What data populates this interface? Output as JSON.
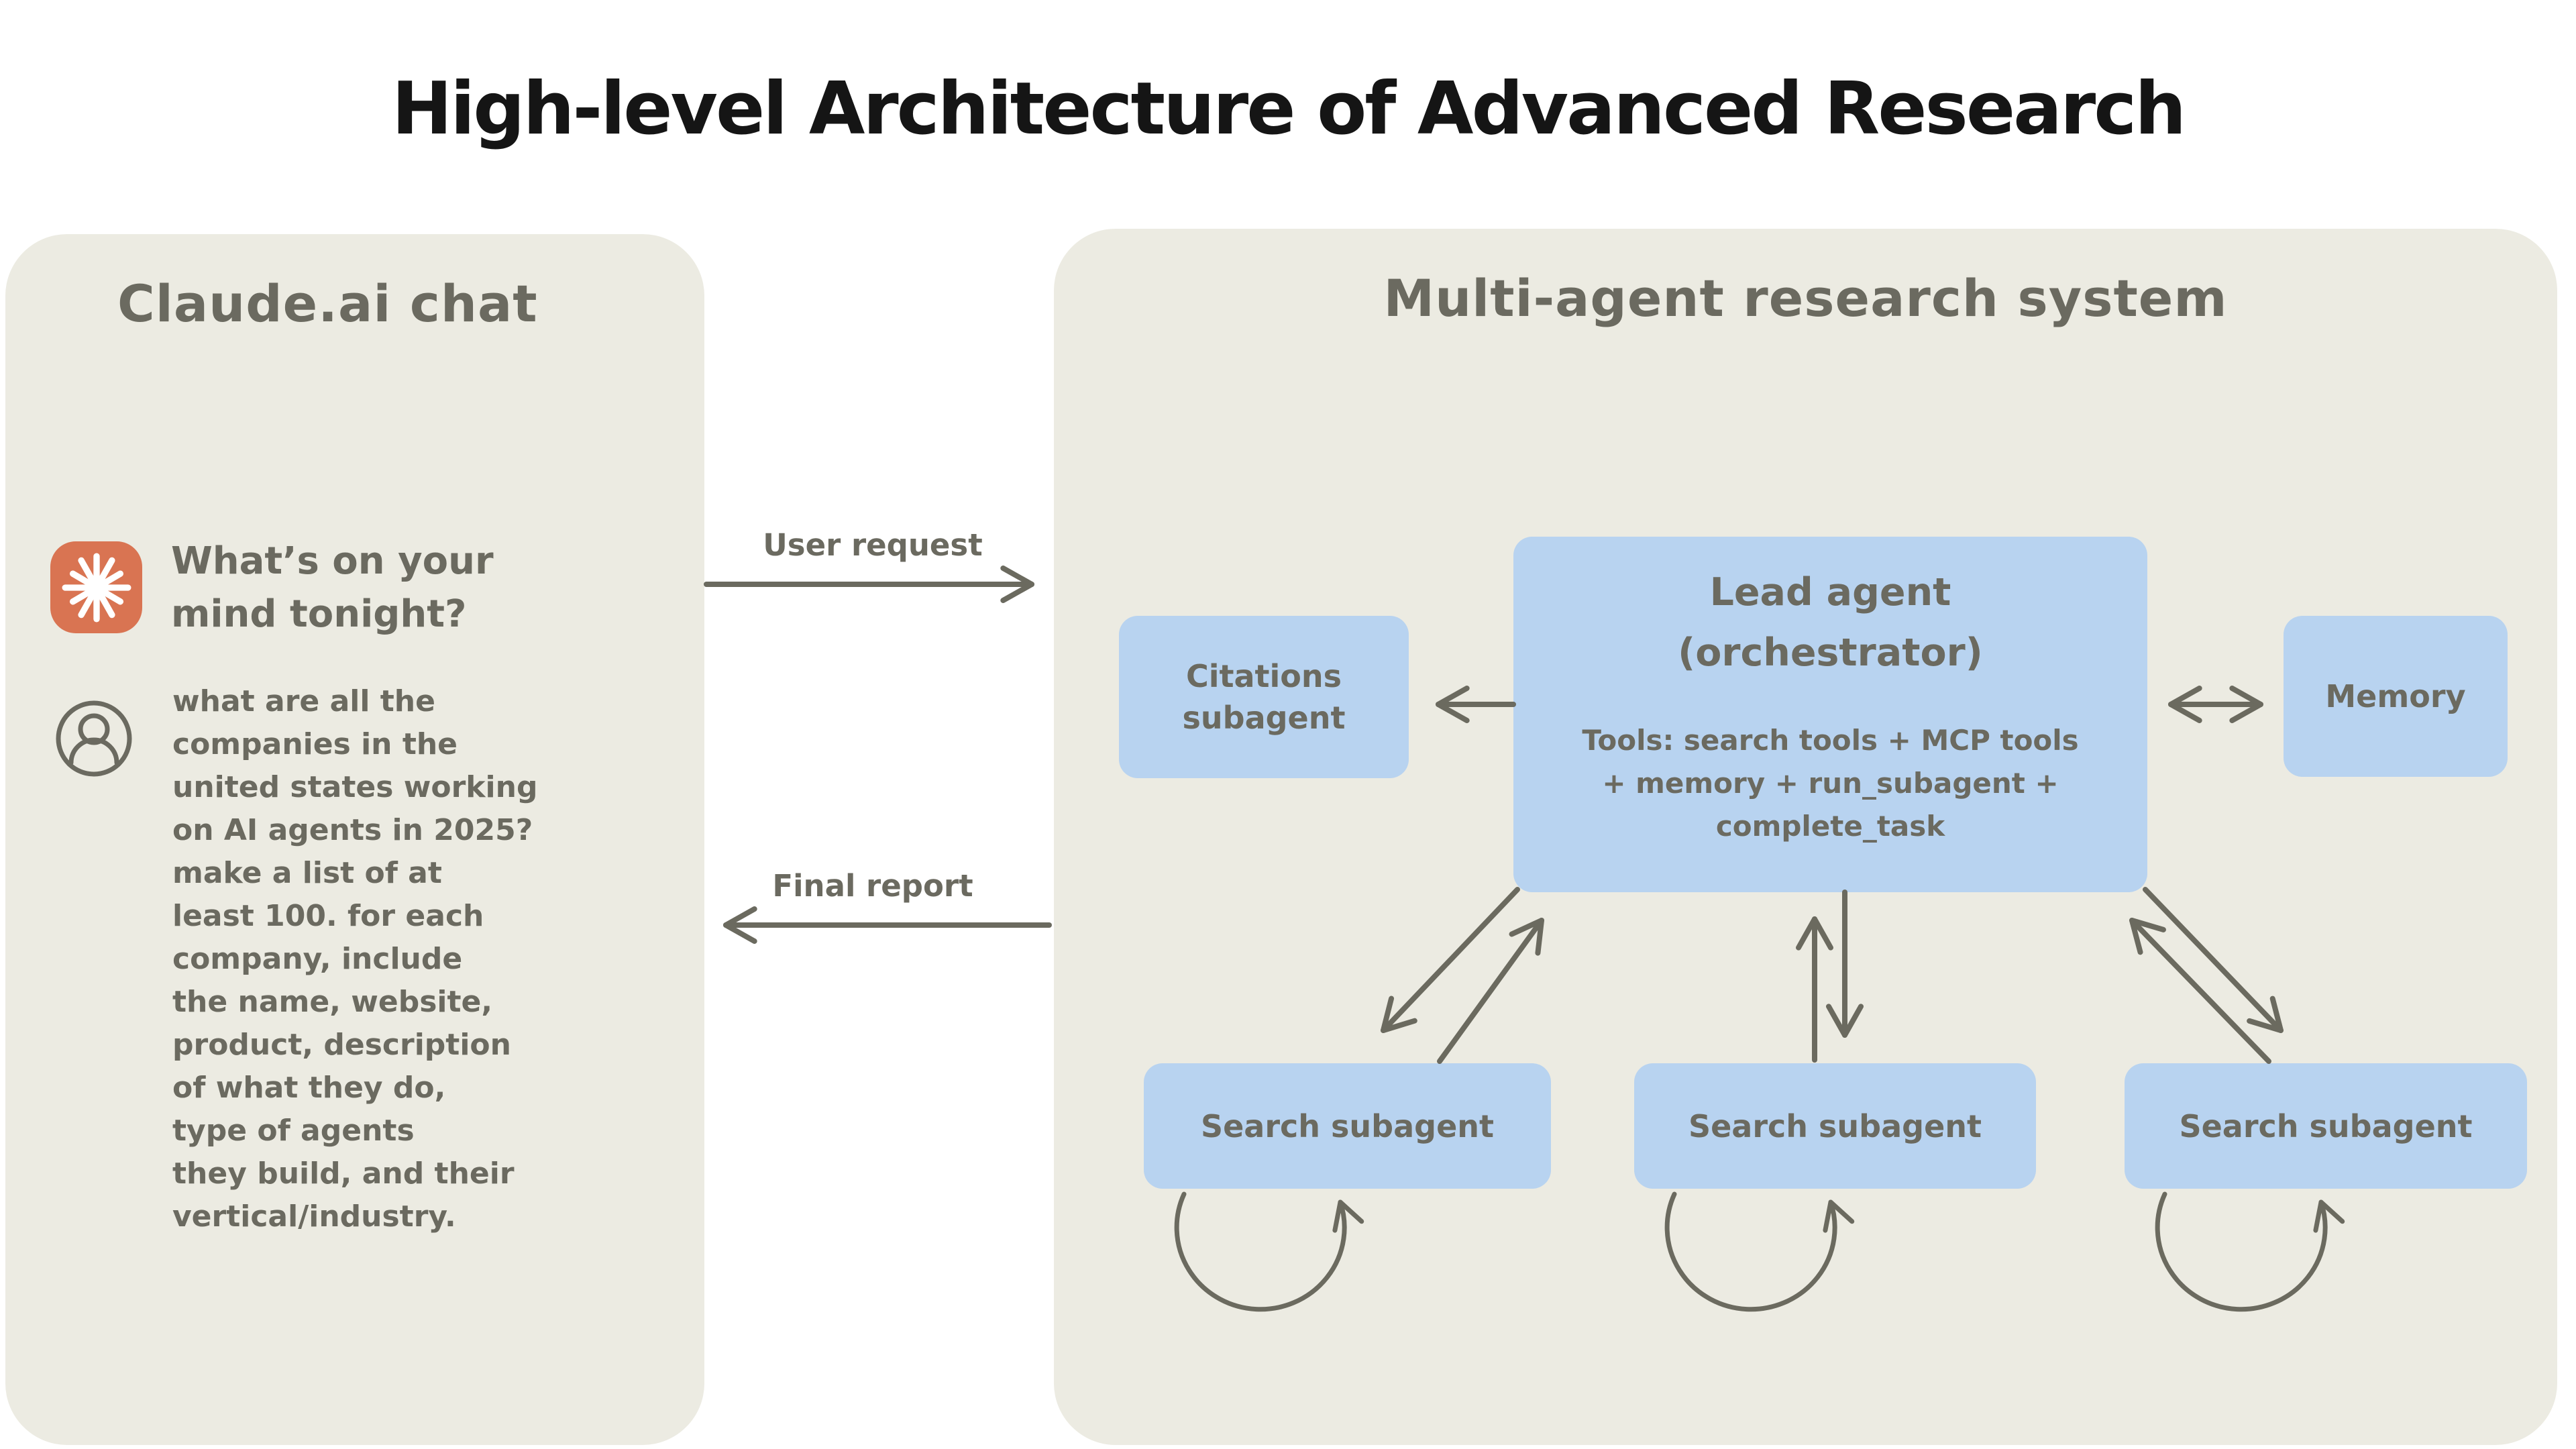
{
  "title": "High-level Architecture of Advanced Research",
  "claude_panel": {
    "header": "Claude.ai chat",
    "assistant_prompt": "What’s on your\nmind tonight?",
    "user_message": "what are all the\ncompanies in the\nunited states working\non AI agents in 2025?\nmake a list of at\nleast 100. for each\ncompany, include\nthe name, website,\nproduct, description\nof what they do,\ntype of agents\nthey build, and their\nvertical/industry."
  },
  "flow_labels": {
    "user_request": "User request",
    "final_report": "Final report"
  },
  "research_panel": {
    "header": "Multi-agent research system",
    "lead_agent": {
      "title": "Lead agent\n(orchestrator)",
      "tools": "Tools: search tools + MCP tools\n+ memory + run_subagent +\ncomplete_task"
    },
    "citations_subagent": "Citations\nsubagent",
    "memory": "Memory",
    "search_subagents": [
      "Search subagent",
      "Search subagent",
      "Search subagent"
    ]
  },
  "icons": {
    "claude_logo": "claude-starburst-icon",
    "user_avatar": "user-avatar-icon"
  },
  "colors": {
    "panel_background": "#ECEBE2",
    "box_blue": "#B8D3F0",
    "text_gray": "#6B6A60",
    "arrow_gray": "#6B6A5F",
    "claude_orange": "#D97452",
    "title_black": "#151515",
    "page_background": "#FFFFFF"
  }
}
